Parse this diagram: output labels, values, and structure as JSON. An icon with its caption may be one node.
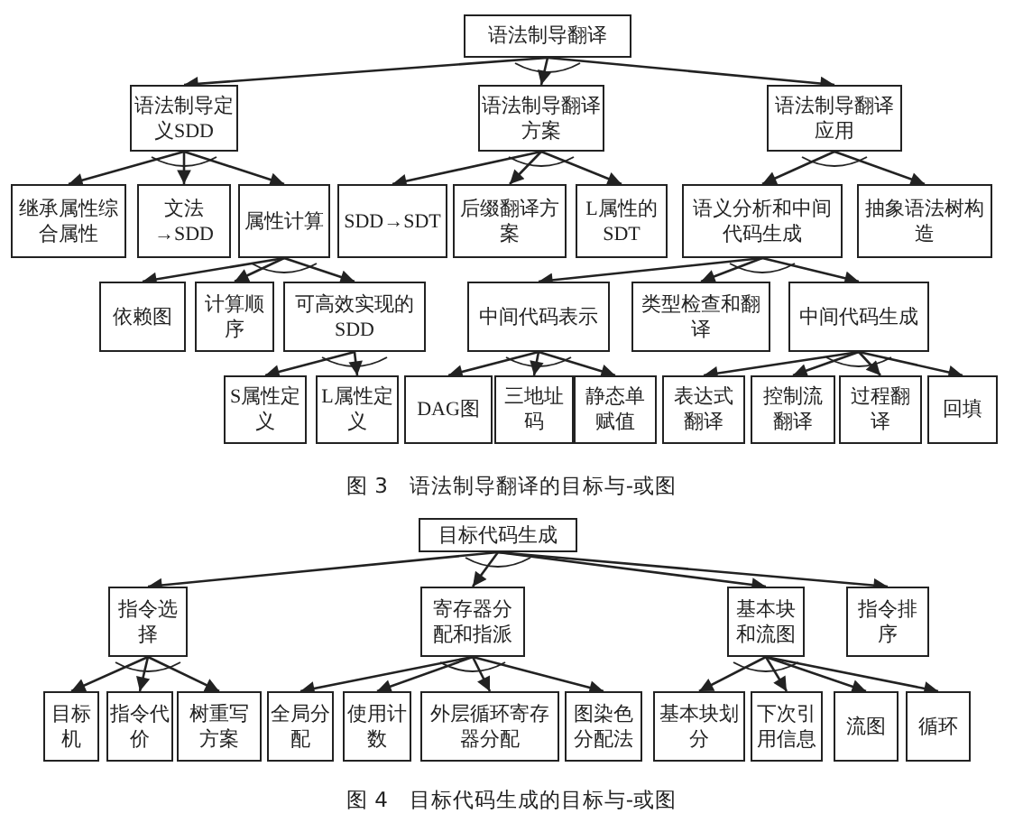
{
  "diagram": {
    "nodes": [
      {
        "text": [
          "语法制导翻译"
        ]
      },
      {
        "text": [
          "语法制导定义SDD"
        ]
      },
      {
        "text": [
          "语法制导翻译方案"
        ]
      },
      {
        "text": [
          "语法制导翻译应用"
        ]
      },
      {
        "text": [
          "继承属性综合属性"
        ]
      },
      {
        "text": [
          "文法→SDD"
        ]
      },
      {
        "text": [
          "属性计算"
        ]
      },
      {
        "text": [
          "SDD→SDT"
        ]
      },
      {
        "text": [
          "后缀翻译方案"
        ]
      },
      {
        "text": [
          "L属性的SDT"
        ]
      },
      {
        "text": [
          "语义分析和中间代码生成"
        ]
      },
      {
        "text": [
          "抽象语法树构造"
        ]
      },
      {
        "text": [
          "依赖图"
        ]
      },
      {
        "text": [
          "计算顺序"
        ]
      },
      {
        "text": [
          "可高效实现的SDD"
        ]
      },
      {
        "text": [
          "中间代码表示"
        ]
      },
      {
        "text": [
          "类型检查和翻译"
        ]
      },
      {
        "text": [
          "中间代码生成"
        ]
      },
      {
        "text": [
          "S属性定义"
        ]
      },
      {
        "text": [
          "L属性定义"
        ]
      },
      {
        "text": [
          "DAG图"
        ]
      },
      {
        "text": [
          "三地址码"
        ]
      },
      {
        "text": [
          "静态单赋值"
        ]
      },
      {
        "text": [
          "表达式翻译"
        ]
      },
      {
        "text": [
          "控制流翻译"
        ]
      },
      {
        "text": [
          "过程翻译"
        ]
      },
      {
        "text": [
          "回填"
        ]
      },
      {
        "text": [
          "目标代码生成"
        ]
      },
      {
        "text": [
          "指令选择"
        ]
      },
      {
        "text": [
          "寄存器分配和指派"
        ]
      },
      {
        "text": [
          "基本块和流图"
        ]
      },
      {
        "text": [
          "指令排序"
        ]
      },
      {
        "text": [
          "目标机"
        ]
      },
      {
        "text": [
          "指令代价"
        ]
      },
      {
        "text": [
          "树重写方案"
        ]
      },
      {
        "text": [
          "全局分配"
        ]
      },
      {
        "text": [
          "使用计数"
        ]
      },
      {
        "text": [
          "外层循环寄存器分配"
        ]
      },
      {
        "text": [
          "图染色分配法"
        ]
      },
      {
        "text": [
          "基本块划分"
        ]
      },
      {
        "text": [
          "下次引用信息"
        ]
      },
      {
        "text": [
          "流图"
        ]
      },
      {
        "text": [
          "循环"
        ]
      }
    ],
    "edges": [
      {
        "from": 0,
        "to": 1,
        "arrow": "to"
      },
      {
        "from": 0,
        "to": 2,
        "arrow": "to"
      },
      {
        "from": 0,
        "to": 3,
        "arrow": "to"
      },
      {
        "from": 1,
        "to": 4,
        "arrow": "to"
      },
      {
        "from": 1,
        "to": 5,
        "arrow": "to"
      },
      {
        "from": 1,
        "to": 6,
        "arrow": "to"
      },
      {
        "from": 2,
        "to": 7,
        "arrow": "to"
      },
      {
        "from": 2,
        "to": 8,
        "arrow": "to"
      },
      {
        "from": 2,
        "to": 9,
        "arrow": "to"
      },
      {
        "from": 3,
        "to": 10,
        "arrow": "to"
      },
      {
        "from": 3,
        "to": 11,
        "arrow": "to"
      },
      {
        "from": 6,
        "to": 12,
        "arrow": "to"
      },
      {
        "from": 6,
        "to": 13,
        "arrow": "to"
      },
      {
        "from": 6,
        "to": 14,
        "arrow": "to"
      },
      {
        "from": 10,
        "to": 15,
        "arrow": "to"
      },
      {
        "from": 10,
        "to": 16,
        "arrow": "to"
      },
      {
        "from": 10,
        "to": 17,
        "arrow": "to"
      },
      {
        "from": 14,
        "to": 18,
        "arrow": "to"
      },
      {
        "from": 14,
        "to": 19,
        "arrow": "to"
      },
      {
        "from": 15,
        "to": 20,
        "arrow": "to"
      },
      {
        "from": 15,
        "to": 21,
        "arrow": "to"
      },
      {
        "from": 15,
        "to": 22,
        "arrow": "to"
      },
      {
        "from": 17,
        "to": 23,
        "arrow": "to"
      },
      {
        "from": 17,
        "to": 24,
        "arrow": "to"
      },
      {
        "from": 17,
        "to": 25,
        "arrow": "to"
      },
      {
        "from": 17,
        "to": 26,
        "arrow": "to"
      },
      {
        "from": 27,
        "to": 28,
        "arrow": "to"
      },
      {
        "from": 27,
        "to": 29,
        "arrow": "to"
      },
      {
        "from": 27,
        "to": 30,
        "arrow": "to"
      },
      {
        "from": 27,
        "to": 31,
        "arrow": "to"
      },
      {
        "from": 28,
        "to": 32,
        "arrow": "to"
      },
      {
        "from": 28,
        "to": 33,
        "arrow": "to"
      },
      {
        "from": 28,
        "to": 34,
        "arrow": "to"
      },
      {
        "from": 29,
        "to": 35,
        "arrow": "to"
      },
      {
        "from": 29,
        "to": 36,
        "arrow": "to"
      },
      {
        "from": 29,
        "to": 37,
        "arrow": "to"
      },
      {
        "from": 29,
        "to": 38,
        "arrow": "to"
      },
      {
        "from": 30,
        "to": 39,
        "arrow": "to"
      },
      {
        "from": 30,
        "to": 40,
        "arrow": "to"
      },
      {
        "from": 30,
        "to": 41,
        "arrow": "to"
      },
      {
        "from": 30,
        "to": 42,
        "arrow": "to"
      }
    ],
    "labels": [
      "图 3　语法制导翻译的目标与-或图",
      "图 4　目标代码生成的目标与-或图"
    ]
  }
}
